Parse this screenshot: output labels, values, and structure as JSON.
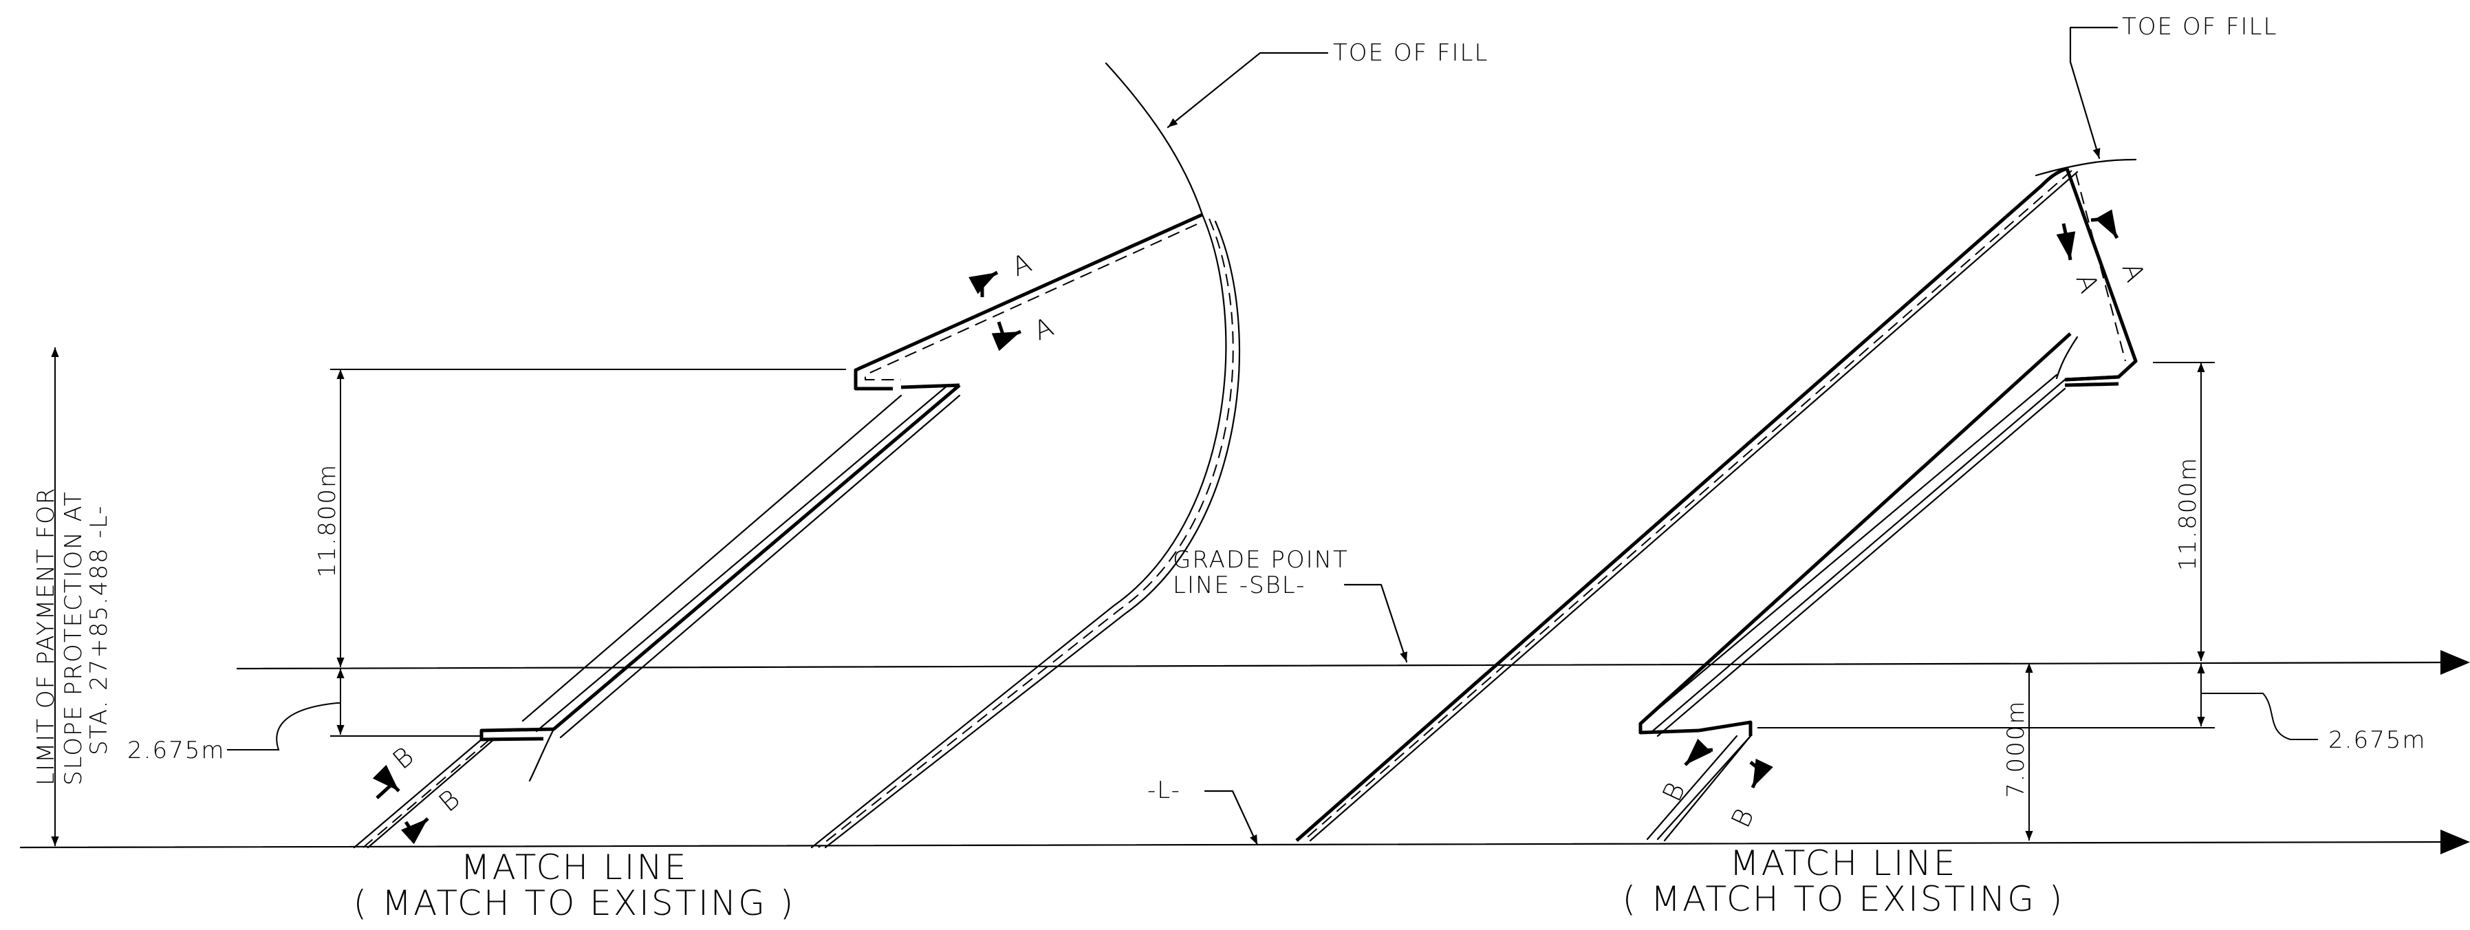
{
  "labels": {
    "toe_of_fill_left": "TOE OF FILL",
    "toe_of_fill_right": "TOE OF FILL",
    "grade_point_line1": "GRADE POINT",
    "grade_point_line2": "LINE -SBL-",
    "l_line": "-L-",
    "limit_line1": "LIMIT OF PAYMENT FOR",
    "limit_line2": "SLOPE PROTECTION AT",
    "limit_line3": "STA. 27+85.488 -L-",
    "match_line_left_1": "MATCH LINE",
    "match_line_left_2": "( MATCH TO EXISTING )",
    "match_line_right_1": "MATCH LINE",
    "match_line_right_2": "( MATCH TO EXISTING )"
  },
  "dimensions": {
    "left_upper": "11.800m",
    "left_lower": "2.675m",
    "right_upper": "11.800m",
    "right_lower": "2.675m",
    "right_middle": "7.000m"
  },
  "sections": {
    "a": "A",
    "b": "B"
  }
}
